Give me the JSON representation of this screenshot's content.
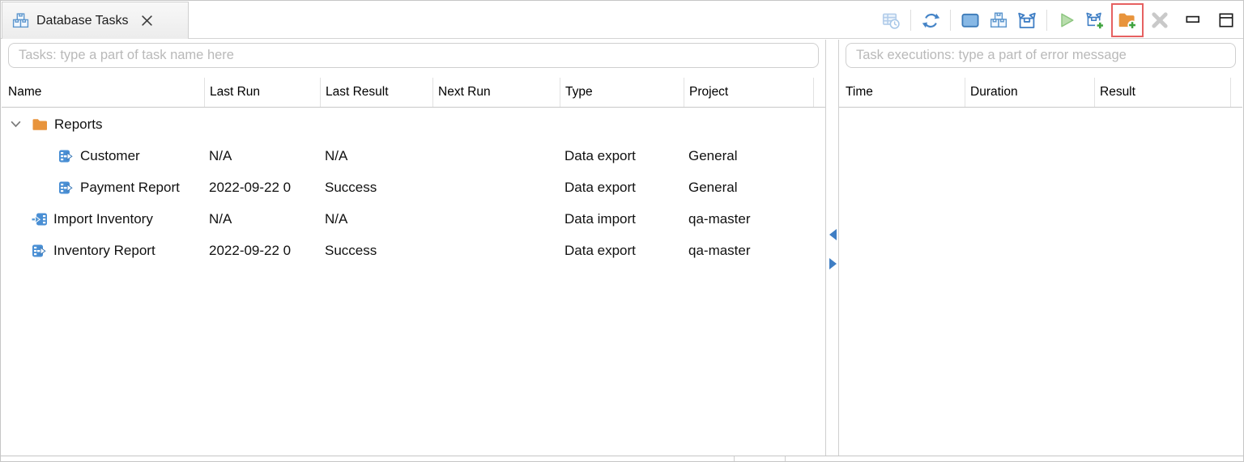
{
  "tab": {
    "title": "Database Tasks"
  },
  "toolbar": {
    "items": [
      {
        "name": "task-executions-icon",
        "enabled": false
      },
      {
        "name": "refresh-icon",
        "enabled": true
      },
      {
        "name": "toggle-panel-icon",
        "enabled": true
      },
      {
        "name": "group-by-category-icon",
        "enabled": true
      },
      {
        "name": "task-icon",
        "enabled": true
      },
      {
        "name": "run-task-icon",
        "enabled": false
      },
      {
        "name": "create-task-icon",
        "enabled": true
      },
      {
        "name": "create-task-folder-icon",
        "enabled": true,
        "highlighted": true
      },
      {
        "name": "delete-task-icon",
        "enabled": false
      },
      {
        "name": "minimize-icon",
        "enabled": true
      },
      {
        "name": "maximize-icon",
        "enabled": true
      }
    ],
    "highlight_color": "#e66161"
  },
  "left_panel": {
    "filter_placeholder": "Tasks: type a part of task name here",
    "columns": [
      "Name",
      "Last Run",
      "Last Result",
      "Next Run",
      "Type",
      "Project"
    ],
    "rows": [
      {
        "name": "Reports",
        "icon": "folder",
        "indent": 0,
        "expanded": true,
        "last_run": "",
        "last_result": "",
        "next_run": "",
        "type": "",
        "project": ""
      },
      {
        "name": "Customer",
        "icon": "data-export",
        "indent": 1,
        "last_run": "N/A",
        "last_result": "N/A",
        "next_run": "",
        "type": "Data export",
        "project": "General"
      },
      {
        "name": "Payment Report",
        "icon": "data-export",
        "indent": 1,
        "last_run": "2022-09-22 0",
        "last_result": "Success",
        "next_run": "",
        "type": "Data export",
        "project": "General"
      },
      {
        "name": "Import Inventory",
        "icon": "data-import",
        "indent": 0,
        "last_run": "N/A",
        "last_result": "N/A",
        "next_run": "",
        "type": "Data import",
        "project": "qa-master"
      },
      {
        "name": "Inventory Report",
        "icon": "data-export",
        "indent": 0,
        "last_run": "2022-09-22 0",
        "last_result": "Success",
        "next_run": "",
        "type": "Data export",
        "project": "qa-master"
      }
    ]
  },
  "right_panel": {
    "filter_placeholder": "Task executions: type a part of error message",
    "columns": [
      "Time",
      "Duration",
      "Result"
    ],
    "rows": []
  },
  "colors": {
    "accent_blue": "#4a8fd4",
    "folder_orange": "#e8943c",
    "plus_green": "#3fa33f",
    "highlight_red": "#e66161",
    "play_green": "#b9ddad",
    "disabled_gray": "#c9c9c9"
  }
}
